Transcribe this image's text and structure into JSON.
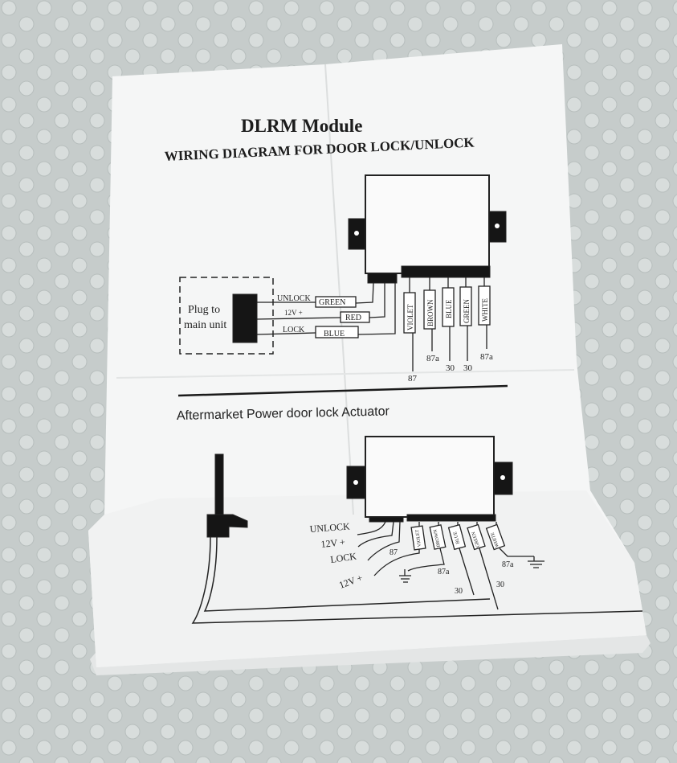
{
  "document": {
    "title": "DLRM Module",
    "subtitle": "WIRING DIAGRAM FOR DOOR LOCK/UNLOCK"
  },
  "top_diagram": {
    "plug_label_line1": "Plug to",
    "plug_label_line2": "main unit",
    "input_wires": [
      {
        "function": "UNLOCK",
        "color": "GREEN"
      },
      {
        "function": "12V +",
        "color": "RED"
      },
      {
        "function": "LOCK",
        "color": "BLUE"
      }
    ],
    "relay_wires": [
      {
        "color": "VIOLET",
        "terminal": "87"
      },
      {
        "color": "BROWN",
        "terminal": "87a"
      },
      {
        "color": "BLUE",
        "terminal": "30"
      },
      {
        "color": "GREEN",
        "terminal": "30"
      },
      {
        "color": "WHITE",
        "terminal": "87a"
      }
    ]
  },
  "bottom_diagram": {
    "heading": "Aftermarket Power door lock Actuator",
    "inputs": [
      "UNLOCK",
      "12V +",
      "LOCK"
    ],
    "supply_label": "12V +",
    "relay_wires": [
      {
        "color": "VIOLET",
        "terminal": "87"
      },
      {
        "color": "BROWN",
        "terminal": "87a"
      },
      {
        "color": "BLUE",
        "terminal": "30"
      },
      {
        "color": "GREEN",
        "terminal": "30"
      },
      {
        "color": "WHITE",
        "terminal": "87a"
      }
    ]
  }
}
